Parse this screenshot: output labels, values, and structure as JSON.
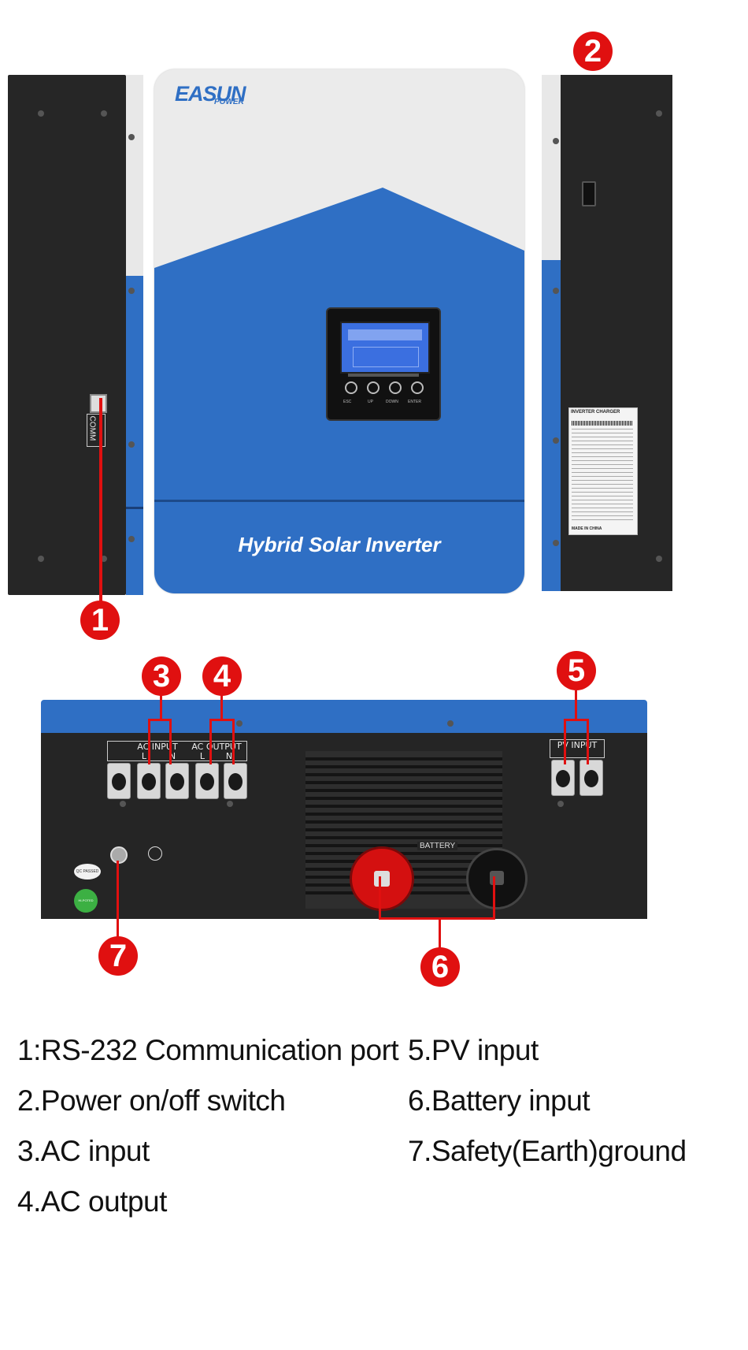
{
  "product": {
    "brand_main": "EASUN",
    "brand_sub": "POWER",
    "front_label": "Hybrid Solar Inverter",
    "side_port_label": "COMM",
    "battery_label": "BATTERY",
    "lcd_buttons": [
      "ESC",
      "UP",
      "DOWN",
      "ENTER"
    ],
    "terminal_groups": {
      "ac_input": "AC INPUT",
      "ac_output": "AC OUTPUT",
      "pv_input": "PV INPUT"
    },
    "terminal_letters": [
      "L",
      "N",
      "L",
      "N"
    ],
    "stickers": [
      "QC PASSED",
      "HI-POTED PASS"
    ],
    "rating_label": {
      "title": "INVERTER CHARGER",
      "footer": "MADE IN CHINA"
    }
  },
  "callouts": [
    "1",
    "2",
    "3",
    "4",
    "5",
    "6",
    "7"
  ],
  "legend": {
    "left": [
      "1:RS-232 Communication port",
      "2.Power on/off switch",
      "3.AC input",
      "4.AC output"
    ],
    "right": [
      "5.PV input",
      "6.Battery input",
      "7.Safety(Earth)ground"
    ]
  },
  "colors": {
    "callout_red": "#e01010",
    "brand_blue": "#2f6fc4",
    "chassis_black": "#222222",
    "panel_white": "#ebebeb"
  }
}
